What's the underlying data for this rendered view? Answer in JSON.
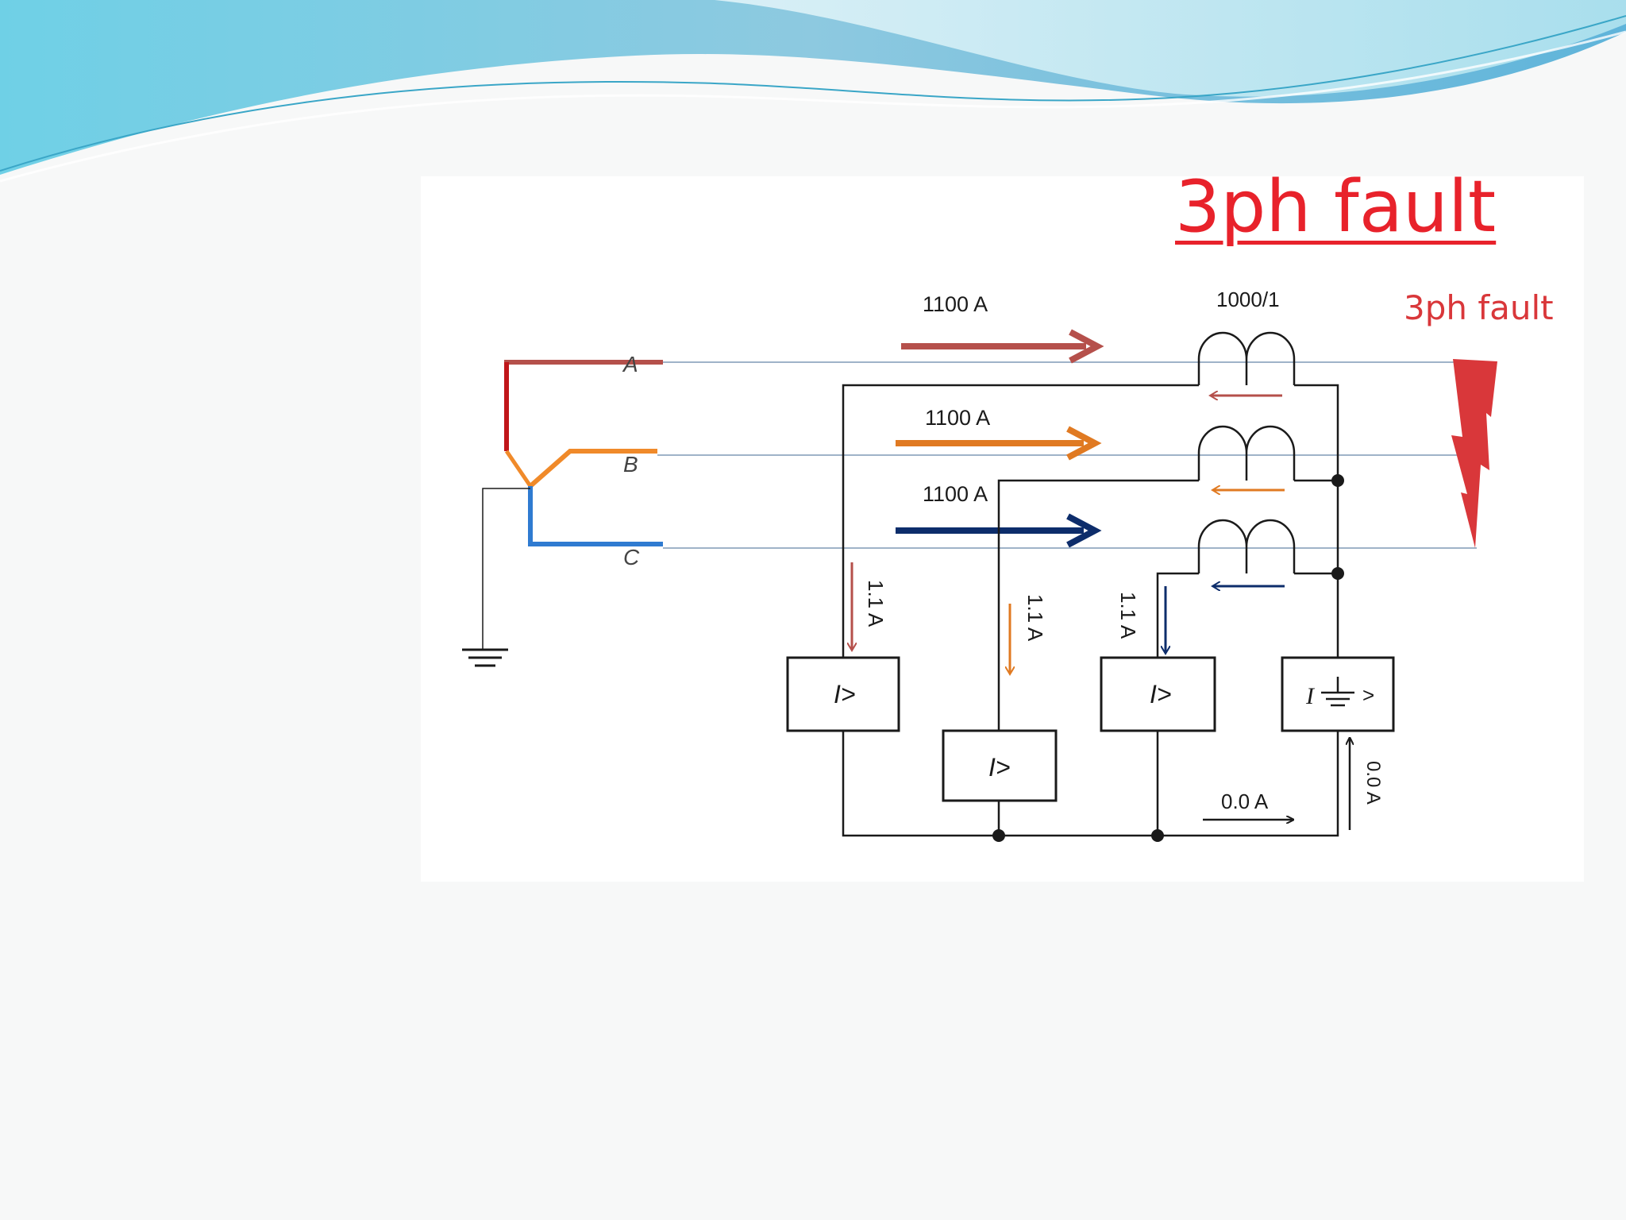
{
  "slide": {
    "title": "3ph  fault"
  },
  "diagram": {
    "phases": [
      {
        "label": "A",
        "current": "1100 A",
        "color": "#b5504b"
      },
      {
        "label": "B",
        "current": "1100 A",
        "color": "#e07a22"
      },
      {
        "label": "C",
        "current": "1100 A",
        "color": "#0d2d6b"
      }
    ],
    "ct_ratio": "1000/1",
    "fault_label": "3ph fault",
    "relay_currents": [
      "1.1 A",
      "1.1 A",
      "1.1 A"
    ],
    "relay_symbol": "I>",
    "earth_fault_relay_current": "0.0 A",
    "neutral_current": "0.0 A",
    "colors": {
      "wire": "#1a1a1a",
      "bus": "#9fb3c8",
      "fault": "#d9373a",
      "title": "#e8222b",
      "star_red": "#c0161a",
      "star_orange": "#f08a2a",
      "star_blue": "#2f7bd1"
    }
  }
}
